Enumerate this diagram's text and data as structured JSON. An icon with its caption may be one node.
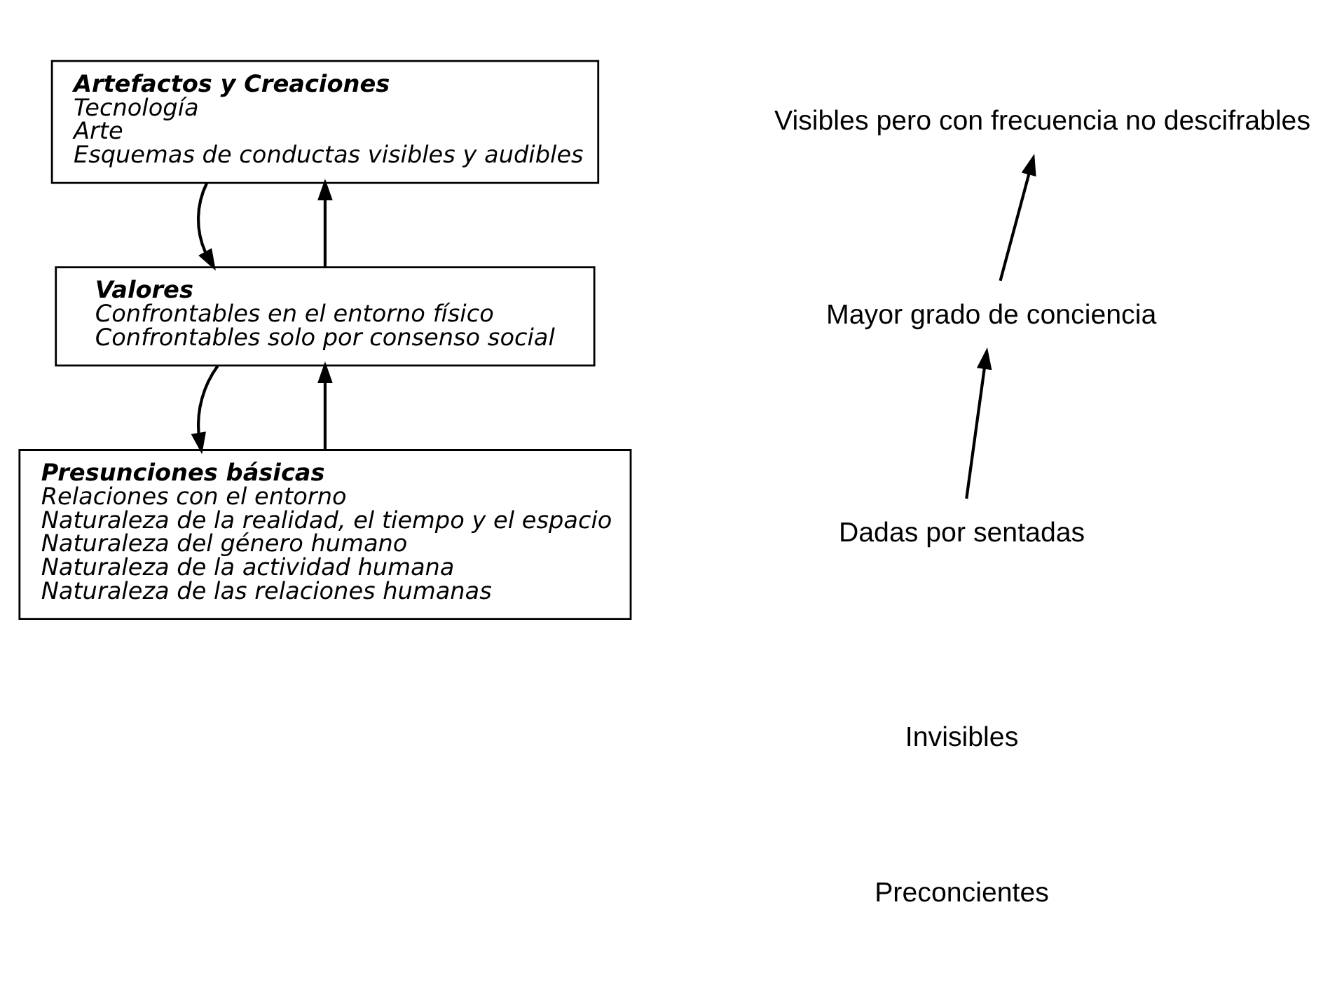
{
  "diagram": {
    "nodes": [
      {
        "text": [
          "Artefactos y Creaciones",
          "Tecnología",
          "Arte",
          "Esquemas de conductas visibles y audibles"
        ]
      },
      {
        "text": [
          "Valores",
          "Confrontables en el entorno físico",
          "Confrontables solo por consenso social"
        ]
      },
      {
        "text": [
          "Presunciones básicas",
          "Relaciones con el entorno",
          "Naturaleza de la realidad, el tiempo y el espacio",
          "Naturaleza del género humano",
          "Naturaleza de la actividad humana",
          "Naturaleza de las relaciones humanas"
        ]
      },
      {
        "text": [
          "Visibles pero con frecuencia no descifrables"
        ]
      },
      {
        "text": [
          "Mayor grado de conciencia"
        ]
      },
      {
        "text": [
          "Dadas por sentadas"
        ]
      }
    ],
    "edges": [
      {
        "from": 1,
        "to": 0,
        "arrow": "to"
      },
      {
        "from": 0,
        "to": 1,
        "arrow": "to"
      },
      {
        "from": 2,
        "to": 1,
        "arrow": "to"
      },
      {
        "from": 1,
        "to": 2,
        "arrow": "to"
      },
      {
        "from": 4,
        "to": 3,
        "arrow": "to"
      },
      {
        "from": 5,
        "to": 4,
        "arrow": "to"
      }
    ],
    "labels": [
      "Invisibles",
      "Preconcientes"
    ]
  }
}
